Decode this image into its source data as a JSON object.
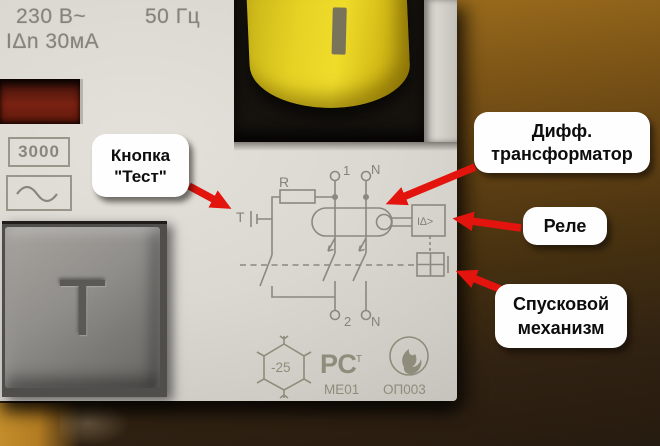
{
  "device": {
    "voltage": "230 В~",
    "frequency": "50 Гц",
    "rated_residual_current": "IΔn 30мА",
    "breaking_capacity": "3000",
    "lever_mark": "I",
    "test_button_letter": "T",
    "temperature_rating": "-25",
    "cert_mark_main": "РС",
    "cert_mark_small": "т",
    "approval_left_code": "МЕ01",
    "approval_right_code": "ОП003"
  },
  "schematic": {
    "resistor": "R",
    "test_contact": "T",
    "relay_symbol": "I∆>",
    "terminals": {
      "top_left": "1",
      "top_right": "N",
      "bottom_left": "2",
      "bottom_right": "N"
    }
  },
  "callouts": [
    {
      "name": "test-button",
      "lines": [
        "Кнопка",
        "\"Тест\""
      ]
    },
    {
      "name": "diff-transformer",
      "lines": [
        "Дифф.",
        "трансформатор"
      ]
    },
    {
      "name": "relay",
      "lines": [
        "Реле"
      ]
    },
    {
      "name": "trigger-mechanism",
      "lines": [
        "Спусковой",
        "механизм"
      ]
    }
  ],
  "colors": {
    "arrow_red": "#e3140d",
    "callout_bg": "#fefefe",
    "callout_text": "#0d0d0d",
    "device_body": "#d8d5cf",
    "lever_yellow": "#e8d21f",
    "schematic_stroke": "#8b887f",
    "wood_brown": "#8a5e18"
  },
  "icons": {
    "sine_wave": "~",
    "snowflake": "frost-resistance symbol",
    "cert_mark": "РСТ conformity mark",
    "flame": "fire-safety mark",
    "red_arrow": "callout pointer"
  }
}
